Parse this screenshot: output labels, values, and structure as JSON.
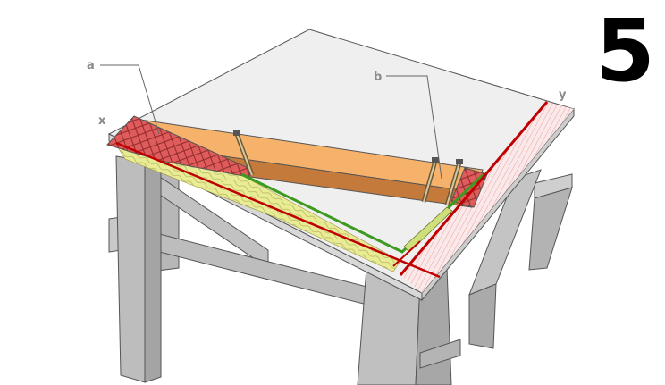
{
  "step_number": "5",
  "labels": {
    "a": "a",
    "b": "b",
    "x": "x",
    "y": "y"
  },
  "colors": {
    "tabletop": "#efefef",
    "frame": "#b9b9b9",
    "board_orange": "#f6b26b",
    "wedge_red": "#e05c5c",
    "cut_line": "#c00000",
    "guide_green": "#3c9a1e",
    "shadow_yellow": "#e7ec95"
  }
}
